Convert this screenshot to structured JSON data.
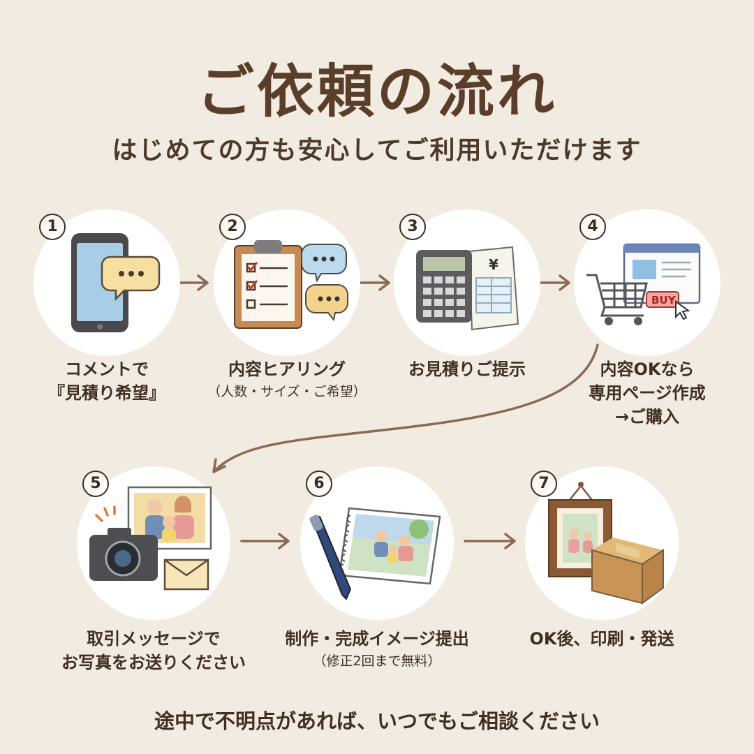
{
  "header": {
    "title": "ご依頼の流れ",
    "subtitle": "はじめての方も安心してご利用いただけます"
  },
  "steps": [
    {
      "number": "1",
      "line1": "コメントで",
      "line2": "『見積り希望』",
      "icon": "smartphone-chat-icon"
    },
    {
      "number": "2",
      "line1": "内容ヒアリング",
      "sub": "（人数・サイズ・ご希望）",
      "icon": "clipboard-checklist-icon"
    },
    {
      "number": "3",
      "line1": "お見積りご提示",
      "icon": "calculator-quote-icon"
    },
    {
      "number": "4",
      "line1": "内容OKなら",
      "line2": "専用ページ作成",
      "line3": "→ご購入",
      "icon": "cart-buy-icon",
      "buy_text": "BUY"
    },
    {
      "number": "5",
      "line1": "取引メッセージで",
      "line2": "お写真をお送りください",
      "icon": "camera-photo-icon"
    },
    {
      "number": "6",
      "line1": "制作・完成イメージ提出",
      "sub": "（修正2回まで無料）",
      "icon": "sketchbook-pen-icon"
    },
    {
      "number": "7",
      "line1": "OK後、印刷・発送",
      "icon": "frame-box-icon"
    }
  ],
  "footer": {
    "note": "途中で不明点があれば、いつでもご相談ください"
  },
  "colors": {
    "background": "#f2ebe2",
    "title": "#5a3e29",
    "arrow": "#8a6a55"
  }
}
